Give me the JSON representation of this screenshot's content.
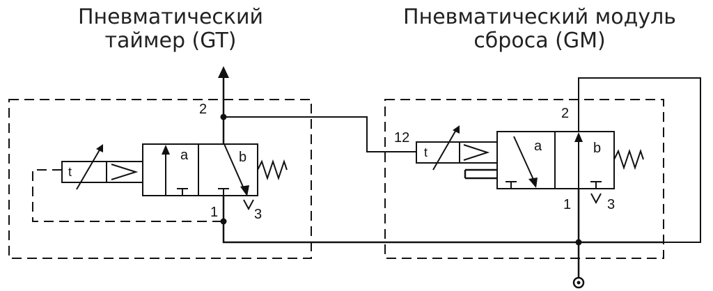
{
  "titles": {
    "gt": {
      "line1": "Пневматический",
      "line2": "таймер (GT)"
    },
    "gm": {
      "line1": "Пневматический модуль",
      "line2": "сброса (GM)"
    }
  },
  "gt": {
    "port2": "2",
    "port1": "1",
    "port3": "3",
    "pos_a": "a",
    "pos_b": "b",
    "timer": "t"
  },
  "gm": {
    "port12": "12",
    "port2": "2",
    "port1": "1",
    "port3": "3",
    "pos_a": "a",
    "pos_b": "b",
    "timer": "t"
  },
  "colors": {
    "line": "#111111",
    "title": "#222222"
  }
}
